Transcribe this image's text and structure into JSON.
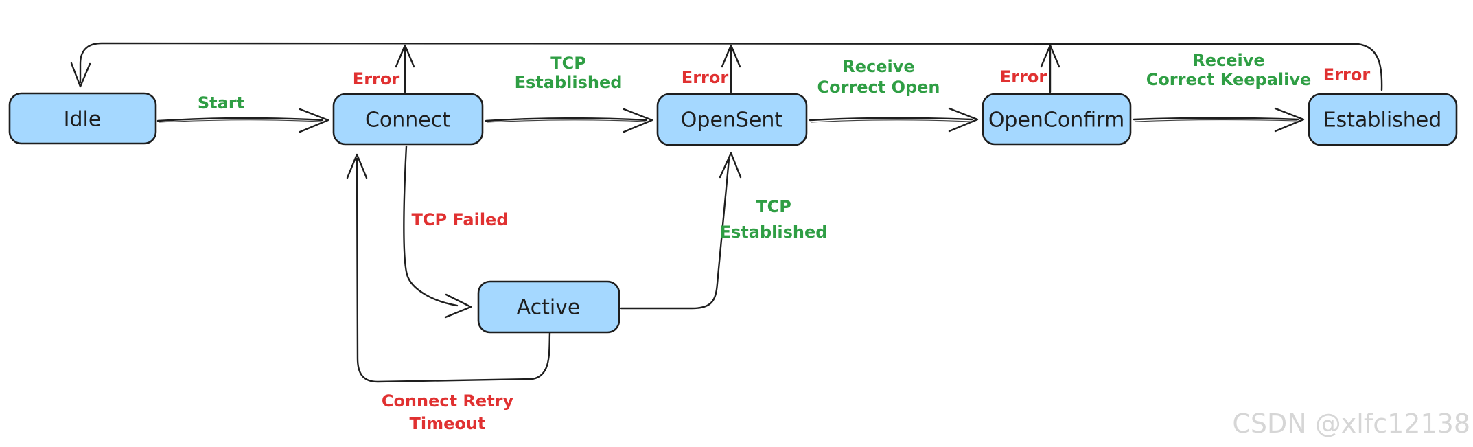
{
  "colors": {
    "state_fill": "#a5d8ff",
    "state_stroke": "#1e1e1e",
    "arrow": "#1e1e1e",
    "event_green": "#2f9e44",
    "event_red": "#e03131",
    "watermark_gray": "#d6d6d6",
    "background": "#ffffff"
  },
  "states": {
    "idle": {
      "label": "Idle"
    },
    "connect": {
      "label": "Connect"
    },
    "opensent": {
      "label": "OpenSent"
    },
    "openconfirm": {
      "label": "OpenConfirm"
    },
    "established": {
      "label": "Established"
    },
    "active": {
      "label": "Active"
    }
  },
  "transitions": {
    "start": {
      "from": "Idle",
      "to": "Connect",
      "label": "Start"
    },
    "tcp_established": {
      "from": "Connect",
      "to": "OpenSent",
      "label_lines": [
        "TCP",
        "Established"
      ]
    },
    "receive_correct_open": {
      "from": "OpenSent",
      "to": "OpenConfirm",
      "label_lines": [
        "Receive",
        "Correct Open"
      ]
    },
    "receive_correct_keepalive": {
      "from": "OpenConfirm",
      "to": "Established",
      "label_lines": [
        "Receive",
        "Correct Keepalive"
      ]
    },
    "error_connect": {
      "from": "Connect",
      "to": "Idle",
      "label": "Error"
    },
    "error_opensent": {
      "from": "OpenSent",
      "to": "Idle",
      "label": "Error"
    },
    "error_openconfirm": {
      "from": "OpenConfirm",
      "to": "Idle",
      "label": "Error"
    },
    "error_established": {
      "from": "Established",
      "to": "Idle",
      "label": "Error"
    },
    "tcp_failed": {
      "from": "Connect",
      "to": "Active",
      "label": "TCP Failed"
    },
    "tcp_established_active": {
      "from": "Active",
      "to": "OpenSent",
      "label_lines": [
        "TCP",
        "Established"
      ]
    },
    "connect_retry_timeout": {
      "from": "Active",
      "to": "Connect",
      "label_lines": [
        "Connect Retry",
        "Timeout"
      ]
    }
  },
  "watermark": {
    "text": "CSDN @xlfc12138"
  }
}
